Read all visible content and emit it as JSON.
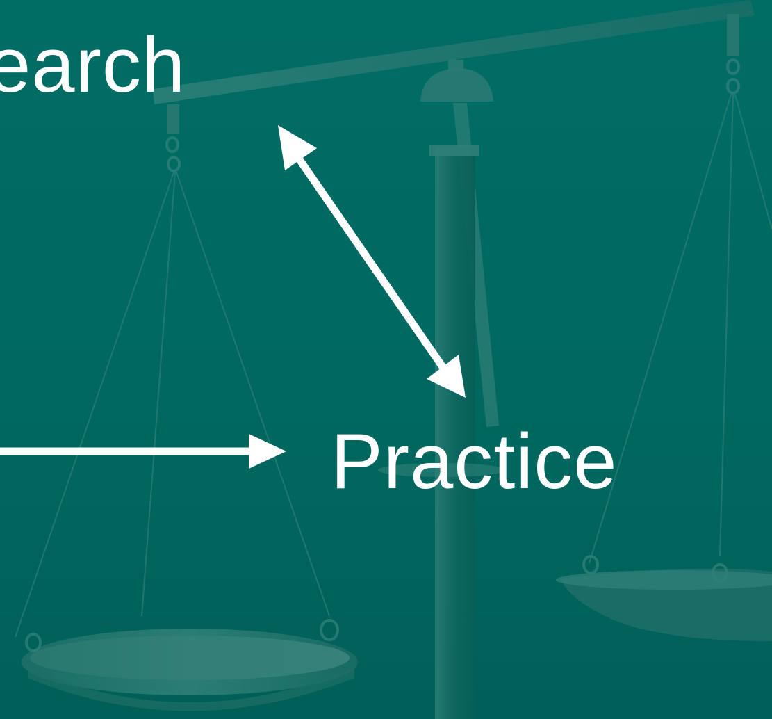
{
  "slide": {
    "background_color": "#006b63",
    "decoration": "balance-scale-icon"
  },
  "labels": {
    "research": "search",
    "practice": "Practice"
  },
  "arrows": {
    "color": "#ffffff",
    "research_practice": "double-headed",
    "left_to_practice": "single-headed"
  }
}
